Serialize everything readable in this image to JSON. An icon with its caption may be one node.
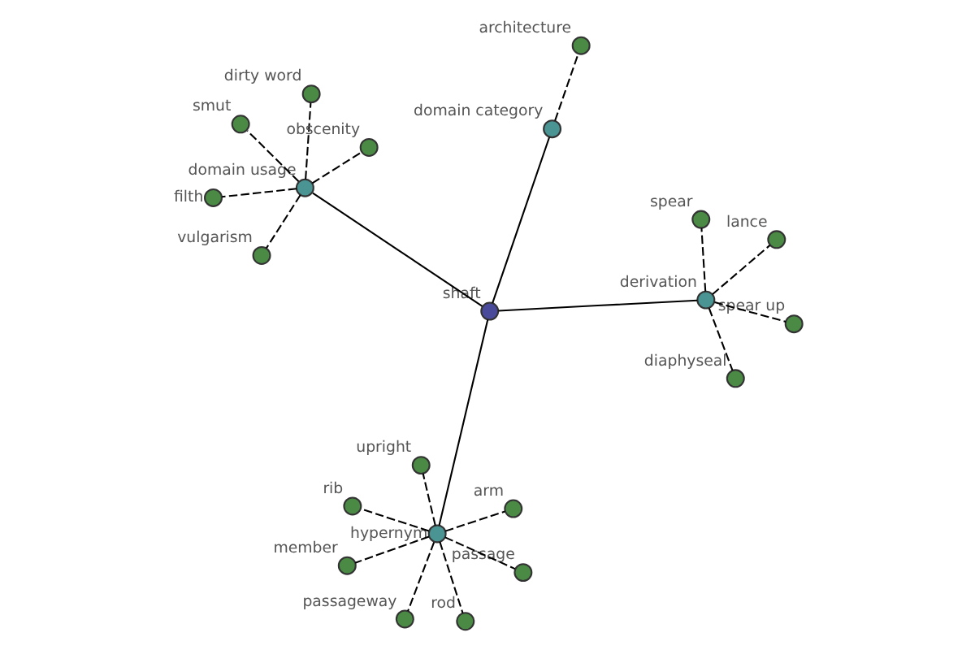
{
  "diagram": {
    "nodes": [
      {
        "text": [
          "shaft"
        ]
      },
      {
        "text": [
          "hypernym"
        ]
      },
      {
        "text": [
          "rod"
        ]
      },
      {
        "text": [
          "upright"
        ]
      },
      {
        "text": [
          "arm"
        ]
      },
      {
        "text": [
          "rib"
        ]
      },
      {
        "text": [
          "member"
        ]
      },
      {
        "text": [
          "passage"
        ]
      },
      {
        "text": [
          "passageway"
        ]
      },
      {
        "text": [
          "derivation"
        ]
      },
      {
        "text": [
          "diaphyseal"
        ]
      },
      {
        "text": [
          "spear"
        ]
      },
      {
        "text": [
          "spear up"
        ]
      },
      {
        "text": [
          "lance"
        ]
      },
      {
        "text": [
          "domain category"
        ]
      },
      {
        "text": [
          "architecture"
        ]
      },
      {
        "text": [
          "domain usage"
        ]
      },
      {
        "text": [
          "smut"
        ]
      },
      {
        "text": [
          "filth"
        ]
      },
      {
        "text": [
          "dirty word"
        ]
      },
      {
        "text": [
          "obscenity"
        ]
      },
      {
        "text": [
          "vulgarism"
        ]
      }
    ],
    "edges": [
      {
        "from": 0,
        "to": 1,
        "arrow": "none"
      },
      {
        "from": 1,
        "to": 2,
        "arrow": "none",
        "style": "dashed"
      },
      {
        "from": 1,
        "to": 3,
        "arrow": "none",
        "style": "dashed"
      },
      {
        "from": 1,
        "to": 4,
        "arrow": "none",
        "style": "dashed"
      },
      {
        "from": 1,
        "to": 5,
        "arrow": "none",
        "style": "dashed"
      },
      {
        "from": 1,
        "to": 6,
        "arrow": "none",
        "style": "dashed"
      },
      {
        "from": 1,
        "to": 7,
        "arrow": "none",
        "style": "dashed"
      },
      {
        "from": 1,
        "to": 8,
        "arrow": "none",
        "style": "dashed"
      },
      {
        "from": 0,
        "to": 9,
        "arrow": "none"
      },
      {
        "from": 9,
        "to": 10,
        "arrow": "none",
        "style": "dashed"
      },
      {
        "from": 9,
        "to": 11,
        "arrow": "none",
        "style": "dashed"
      },
      {
        "from": 9,
        "to": 12,
        "arrow": "none",
        "style": "dashed"
      },
      {
        "from": 9,
        "to": 13,
        "arrow": "none",
        "style": "dashed"
      },
      {
        "from": 0,
        "to": 14,
        "arrow": "none"
      },
      {
        "from": 14,
        "to": 15,
        "arrow": "none",
        "style": "dashed"
      },
      {
        "from": 0,
        "to": 16,
        "arrow": "none"
      },
      {
        "from": 16,
        "to": 17,
        "arrow": "none",
        "style": "dashed"
      },
      {
        "from": 16,
        "to": 18,
        "arrow": "none",
        "style": "dashed"
      },
      {
        "from": 16,
        "to": 19,
        "arrow": "none",
        "style": "dashed"
      },
      {
        "from": 16,
        "to": 20,
        "arrow": "none",
        "style": "dashed"
      },
      {
        "from": 16,
        "to": 21,
        "arrow": "none",
        "style": "dashed"
      }
    ]
  }
}
